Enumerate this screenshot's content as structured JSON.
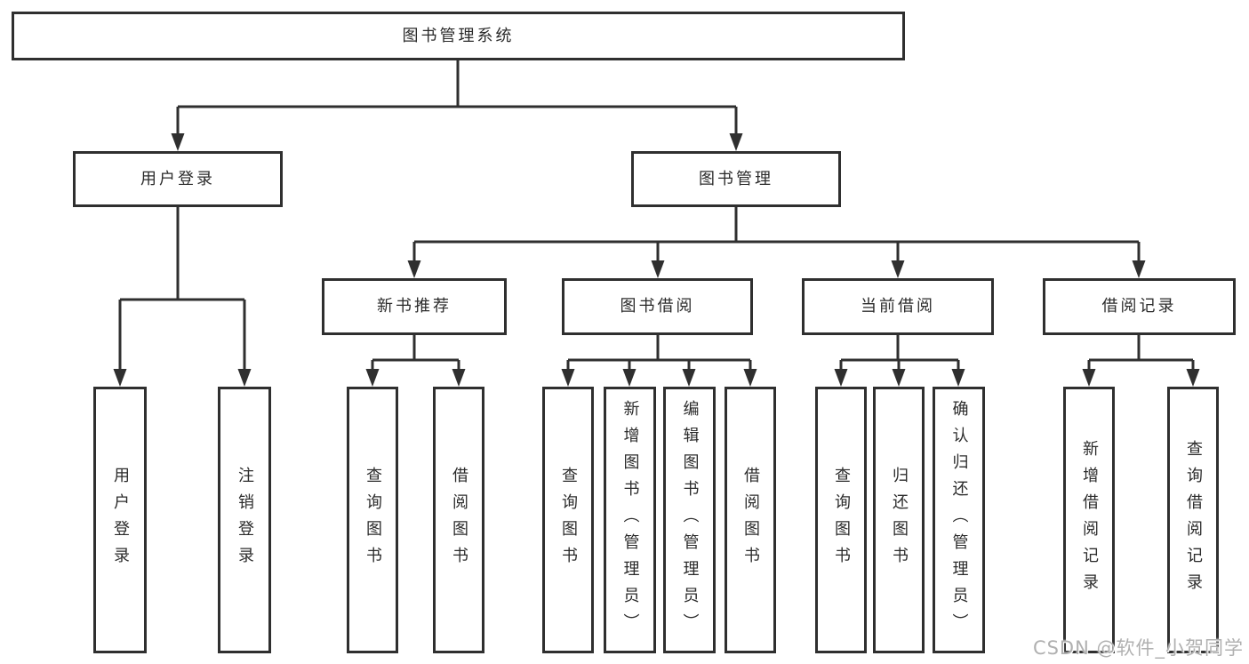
{
  "diagram": {
    "root": {
      "label": "图书管理系统"
    },
    "user_login_branch": {
      "label": "用户登录",
      "children": [
        {
          "label": "用户登录"
        },
        {
          "label": "注销登录"
        }
      ]
    },
    "book_mgmt_branch": {
      "label": "图书管理",
      "groups": [
        {
          "label": "新书推荐",
          "children": [
            {
              "label": "查询图书"
            },
            {
              "label": "借阅图书"
            }
          ]
        },
        {
          "label": "图书借阅",
          "children": [
            {
              "label": "查询图书"
            },
            {
              "label": "新增图书（管理员）"
            },
            {
              "label": "编辑图书（管理员）"
            },
            {
              "label": "借阅图书"
            }
          ]
        },
        {
          "label": "当前借阅",
          "children": [
            {
              "label": "查询图书"
            },
            {
              "label": "归还图书"
            },
            {
              "label": "确认归还（管理员）"
            }
          ]
        },
        {
          "label": "借阅记录",
          "children": [
            {
              "label": "新增借阅记录"
            },
            {
              "label": "查询借阅记录"
            }
          ]
        }
      ]
    }
  },
  "watermark": "CSDN @软件_小贺同学",
  "colors": {
    "line": "#2f2f2f",
    "box_border": "#2f2f2f",
    "box_background": "#ffffff",
    "text": "#2b2b2b",
    "watermark": "#b0b0b0"
  }
}
